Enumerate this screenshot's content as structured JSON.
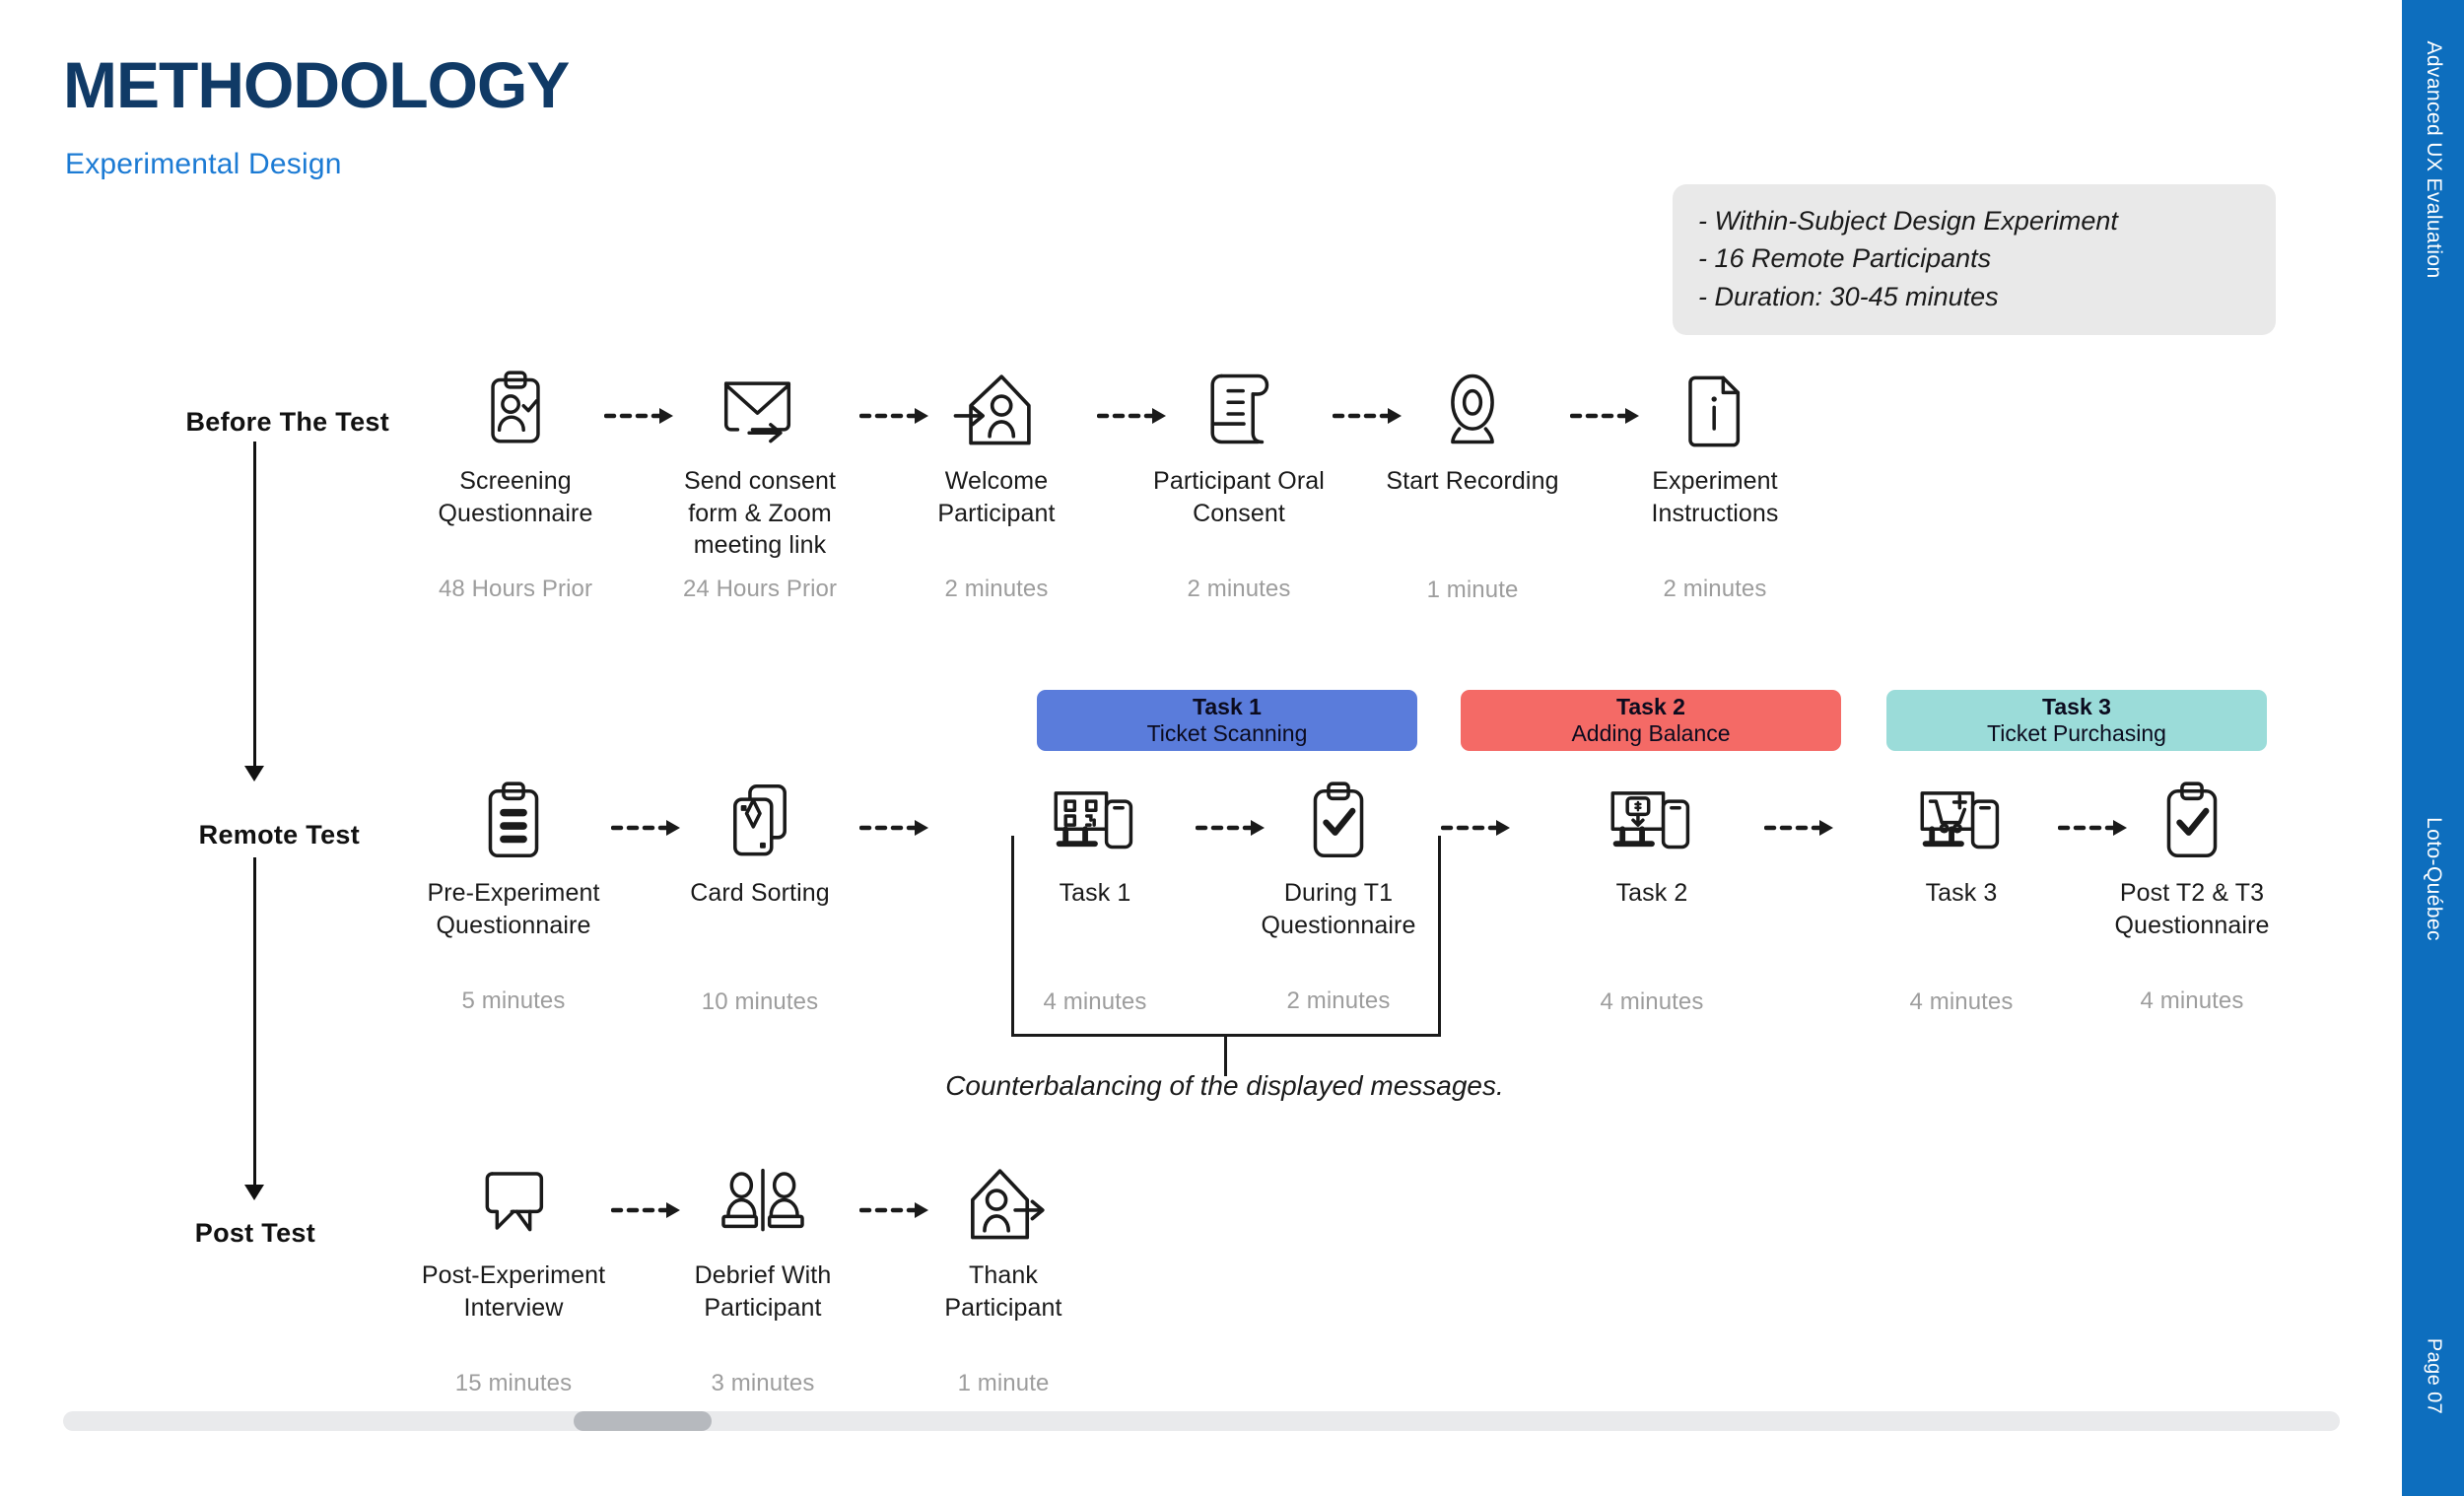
{
  "header": {
    "title": "METHODOLOGY",
    "subtitle": "Experimental Design"
  },
  "info_box": {
    "lines": [
      "- Within-Subject Design Experiment",
      "- 16 Remote Participants",
      "- Duration: 30-45 minutes"
    ]
  },
  "sidebar": {
    "top_label": "Advanced UX Evaluation",
    "mid_label": "Loto-Québec",
    "page_label": "Page 07",
    "color": "#0D6EBE"
  },
  "phases": [
    {
      "label": "Before The Test"
    },
    {
      "label": "Remote Test"
    },
    {
      "label": "Post Test"
    }
  ],
  "rows": {
    "before": [
      {
        "icon": "clipboard-person-icon",
        "title": "Screening\nQuestionnaire",
        "duration": "48 Hours Prior"
      },
      {
        "icon": "envelope-send-icon",
        "title": "Send consent\nform & Zoom\nmeeting link",
        "duration": "24 Hours Prior"
      },
      {
        "icon": "house-enter-person-icon",
        "title": "Welcome\nParticipant",
        "duration": "2 minutes"
      },
      {
        "icon": "scroll-document-icon",
        "title": "Participant Oral\nConsent",
        "duration": "2 minutes"
      },
      {
        "icon": "webcam-icon",
        "title": "Start Recording",
        "duration": "1 minute"
      },
      {
        "icon": "document-info-icon",
        "title": "Experiment\nInstructions",
        "duration": "2 minutes"
      }
    ],
    "remote": [
      {
        "icon": "clipboard-list-icon",
        "title": "Pre-Experiment\nQuestionnaire",
        "duration": "5 minutes"
      },
      {
        "icon": "card-sorting-icon",
        "title": "Card Sorting",
        "duration": "10 minutes"
      },
      {
        "icon": "qr-scan-icon",
        "title": "Task 1",
        "duration": "4 minutes"
      },
      {
        "icon": "clipboard-check-icon",
        "title": "During T1\nQuestionnaire",
        "duration": "2 minutes"
      },
      {
        "icon": "deposit-money-icon",
        "title": "Task 2",
        "duration": "4 minutes"
      },
      {
        "icon": "shopping-cart-icon",
        "title": "Task 3",
        "duration": "4 minutes"
      },
      {
        "icon": "clipboard-check-icon",
        "title": "Post T2 & T3\nQuestionnaire",
        "duration": "4 minutes"
      }
    ],
    "post": [
      {
        "icon": "speech-bubbles-icon",
        "title": "Post-Experiment\nInterview",
        "duration": "15 minutes"
      },
      {
        "icon": "two-people-split-icon",
        "title": "Debrief With\nParticipant",
        "duration": "3 minutes"
      },
      {
        "icon": "house-exit-person-icon",
        "title": "Thank\nParticipant",
        "duration": "1 minute"
      }
    ]
  },
  "task_badges": [
    {
      "name": "Task 1",
      "subtitle": "Ticket Scanning",
      "color": "#5A7CDB"
    },
    {
      "name": "Task 2",
      "subtitle": "Adding Balance",
      "color": "#F46A66"
    },
    {
      "name": "Task 3",
      "subtitle": "Ticket Purchasing",
      "color": "#9BDCD9"
    }
  ],
  "counterbalance_note": "Counterbalancing of the displayed messages."
}
